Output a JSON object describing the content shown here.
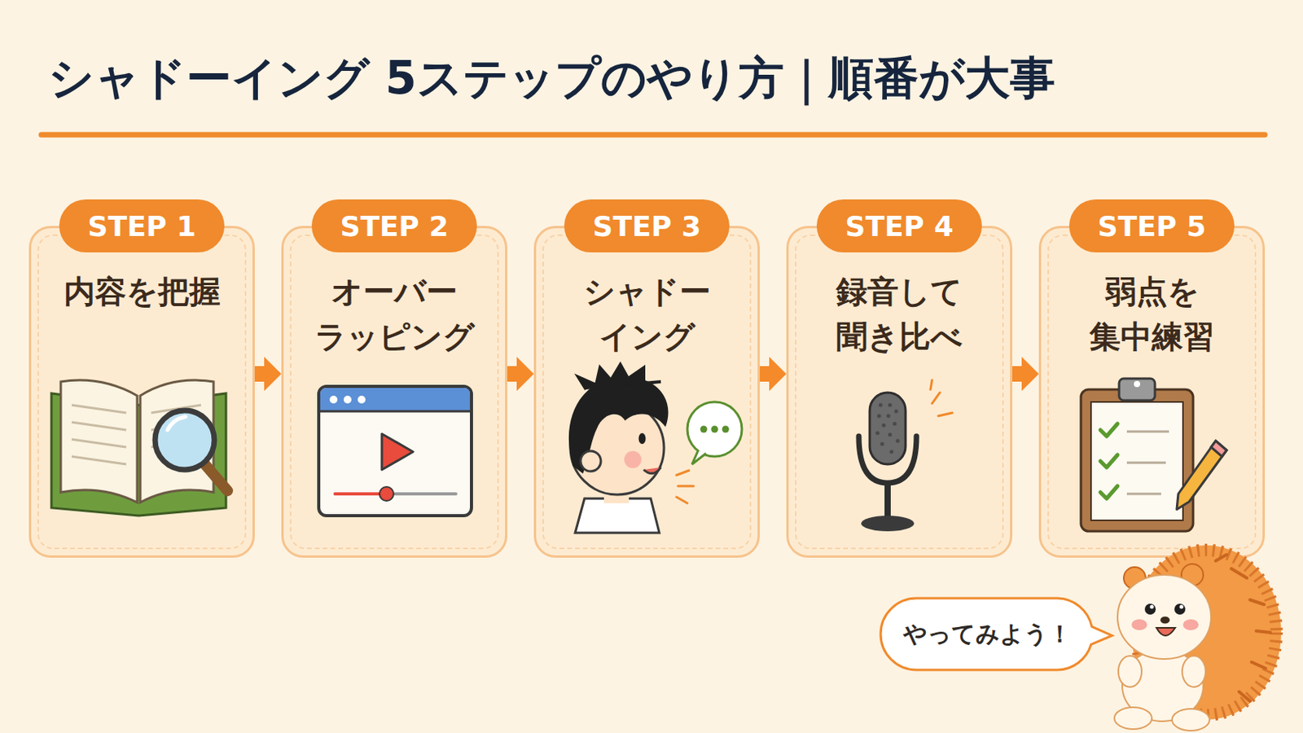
{
  "diagram": {
    "title": "シャドーイング 5ステップのやり方｜順番が大事",
    "nodes": [
      {
        "text": [
          "STEP 1",
          "内容を把握"
        ]
      },
      {
        "text": [
          "STEP 2",
          "オーバー ラッピング"
        ]
      },
      {
        "text": [
          "STEP 3",
          "シャドー イング"
        ]
      },
      {
        "text": [
          "STEP 4",
          "録音して 聞き比べ"
        ]
      },
      {
        "text": [
          "STEP 5",
          "弱点を 集中練習"
        ]
      },
      {
        "text": [
          "やってみよう！"
        ]
      }
    ],
    "edges": [
      {
        "from": 0,
        "to": 1,
        "arrow": "to"
      },
      {
        "from": 1,
        "to": 2,
        "arrow": "to"
      },
      {
        "from": 2,
        "to": 3,
        "arrow": "to"
      },
      {
        "from": 3,
        "to": 4,
        "arrow": "to"
      }
    ]
  }
}
